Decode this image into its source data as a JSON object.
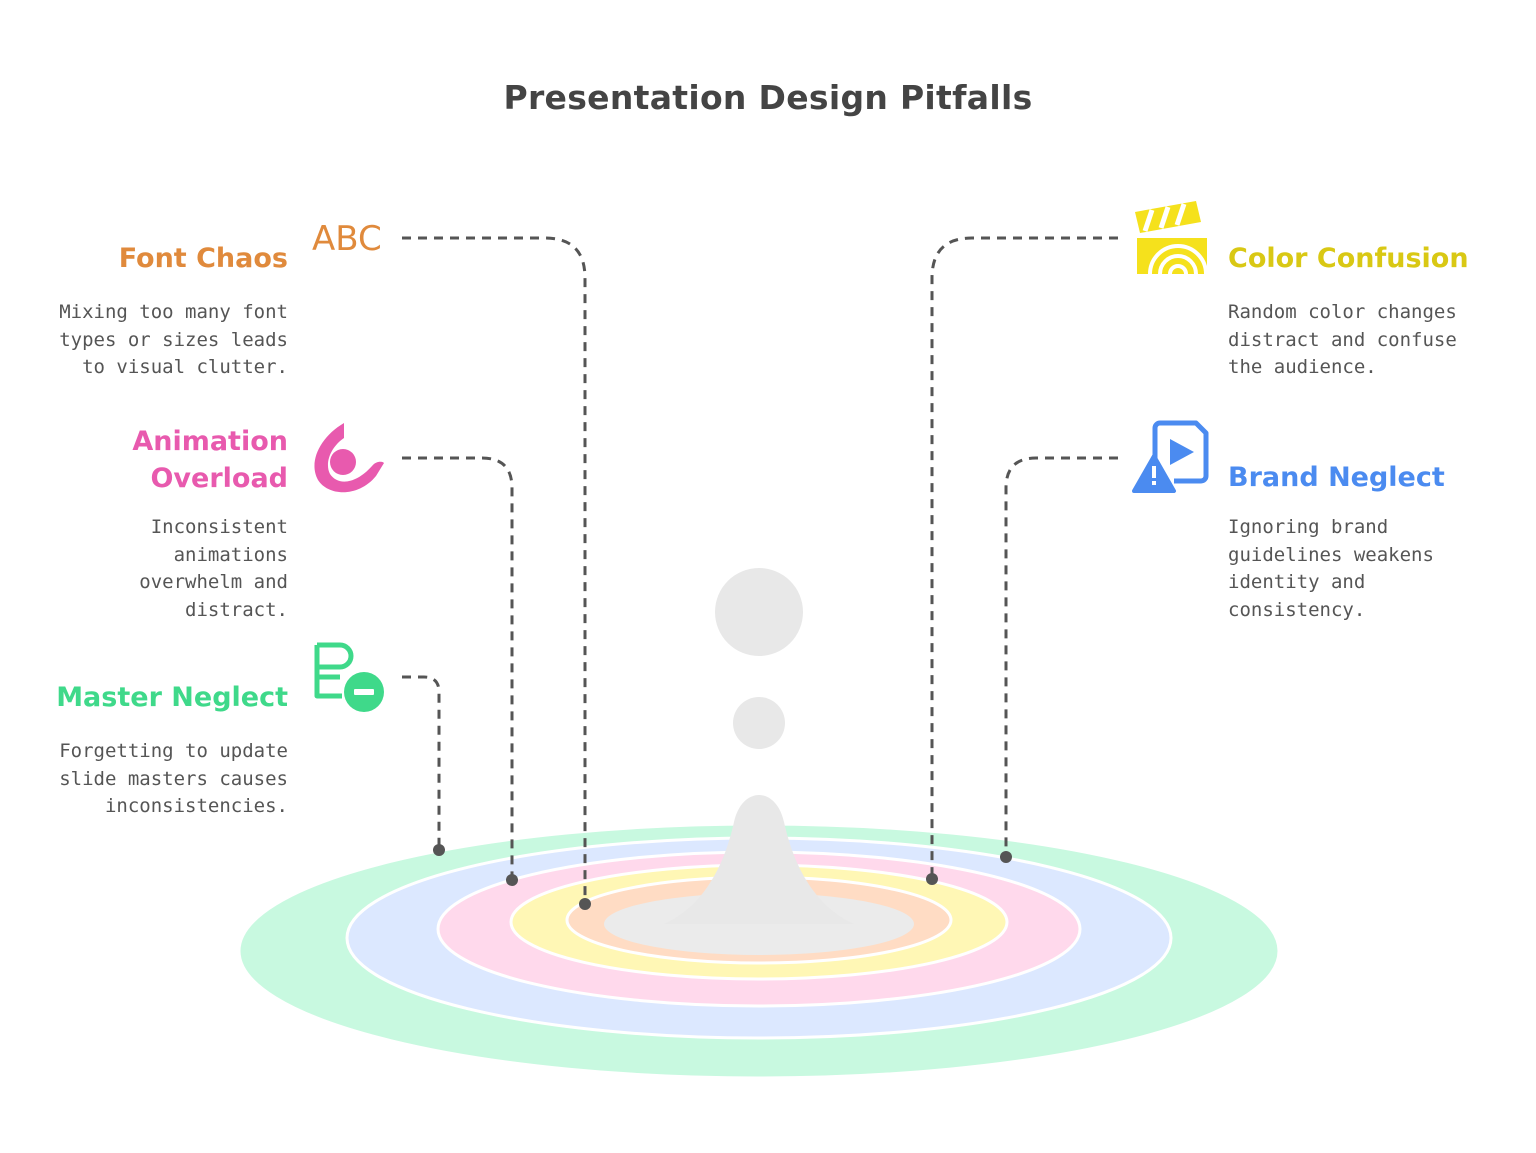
{
  "title": "Presentation Design Pitfalls",
  "items": [
    {
      "title": "Font Chaos",
      "description": "Mixing too many font\ntypes or sizes leads\nto visual clutter.",
      "icon": "abc-text-icon",
      "icon_text": "ABC",
      "color": "#E08A3C",
      "ring_color": "#FFDCC4"
    },
    {
      "title": "Animation\nOverload",
      "description": "Inconsistent\nanimations\noverwhelm and\ndistract.",
      "icon": "motion-figure-icon",
      "color": "#E85AAE",
      "ring_color": "#FFD9EC"
    },
    {
      "title": "Master Neglect",
      "description": "Forgetting to update\nslide masters causes\ninconsistencies.",
      "icon": "slide-master-minus-icon",
      "color": "#3FD98A",
      "ring_color": "#C8F9E0"
    },
    {
      "title": "Color Confusion",
      "description": "Random color changes\ndistract and confuse\nthe audience.",
      "icon": "clapperboard-rainbow-icon",
      "color": "#F5E11C",
      "ring_color": "#FFF7B5"
    },
    {
      "title": "Brand Neglect",
      "description": "Ignoring brand\nguidelines weakens\nidentity and\nconsistency.",
      "icon": "video-file-warning-icon",
      "color": "#4B8BF0",
      "ring_color": "#DCE8FF"
    }
  ],
  "colors": {
    "title": "#444444",
    "description": "#555555",
    "connector": "#555555",
    "drop": "#E8E8E8"
  }
}
